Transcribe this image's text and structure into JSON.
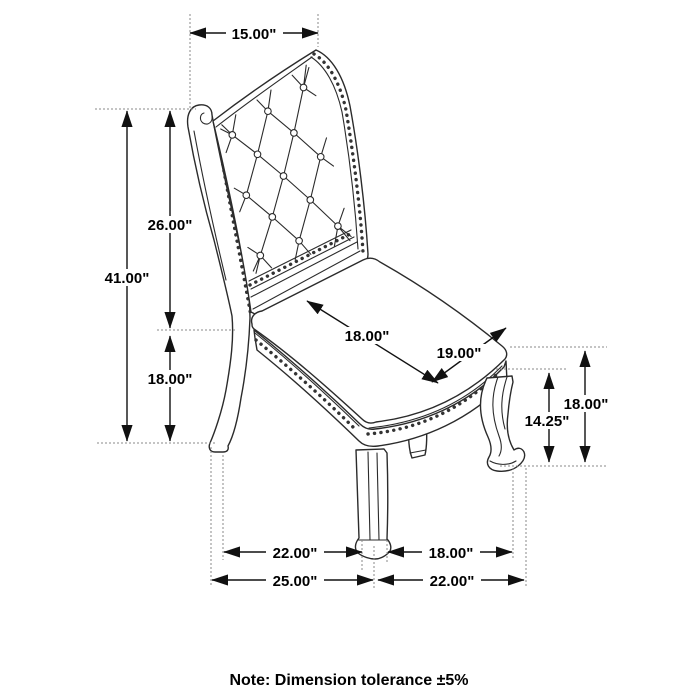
{
  "dims": {
    "top_back_width": "15.00\"",
    "overall_height": "41.00\"",
    "back_height": "26.00\"",
    "seat_height_left": "18.00\"",
    "seat_depth": "18.00\"",
    "seat_width": "19.00\"",
    "seat_height_right": "18.00\"",
    "front_leg_height": "14.25\"",
    "leg_depth_inner": "22.00\"",
    "depth_overall": "25.00\"",
    "front_legs_inner": "18.00\"",
    "width_overall": "22.00\""
  },
  "note": "Note: Dimension tolerance ±5%"
}
